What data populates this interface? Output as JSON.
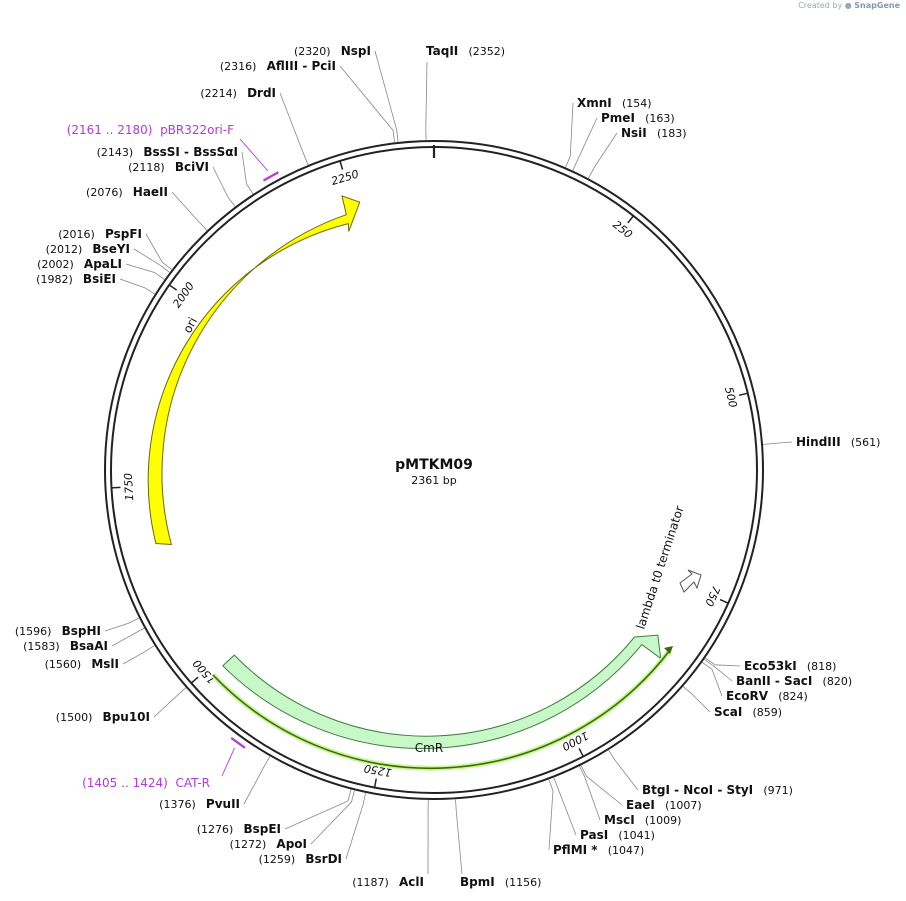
{
  "credit": {
    "prefix": "Created by",
    "brand": "SnapGene"
  },
  "plasmid": {
    "name": "pMTKM09",
    "length_label": "2361 bp",
    "length": 2361
  },
  "ticks": [
    {
      "pos": 250,
      "label": "250"
    },
    {
      "pos": 500,
      "label": "500"
    },
    {
      "pos": 750,
      "label": "750"
    },
    {
      "pos": 1000,
      "label": "1000"
    },
    {
      "pos": 1250,
      "label": "1250"
    },
    {
      "pos": 1500,
      "label": "1500"
    },
    {
      "pos": 1750,
      "label": "1750"
    },
    {
      "pos": 2000,
      "label": "2000"
    },
    {
      "pos": 2250,
      "label": "2250"
    }
  ],
  "sites": [
    {
      "name": "TaqII",
      "pos": "(2352)",
      "bp": 2352
    },
    {
      "name": "NspI",
      "pos": "(2320)",
      "bp": 2320
    },
    {
      "name": "AflIII  - PciI",
      "pos": "(2316)",
      "bp": 2316
    },
    {
      "name": "DrdI",
      "pos": "(2214)",
      "bp": 2214
    },
    {
      "name": "BssSI  - BssSαI",
      "pos": "(2143)",
      "bp": 2143
    },
    {
      "name": "BciVI",
      "pos": "(2118)",
      "bp": 2118
    },
    {
      "name": "HaeII",
      "pos": "(2076)",
      "bp": 2076
    },
    {
      "name": "PspFI",
      "pos": "(2016)",
      "bp": 2016
    },
    {
      "name": "BseYI",
      "pos": "(2012)",
      "bp": 2012
    },
    {
      "name": "ApaLI",
      "pos": "(2002)",
      "bp": 2002
    },
    {
      "name": "BsiEI",
      "pos": "(1982)",
      "bp": 1982
    },
    {
      "name": "XmnI",
      "pos": "(154)",
      "bp": 154
    },
    {
      "name": "PmeI",
      "pos": "(163)",
      "bp": 163
    },
    {
      "name": "NsiI",
      "pos": "(183)",
      "bp": 183
    },
    {
      "name": "HindIII",
      "pos": "(561)",
      "bp": 561
    },
    {
      "name": "Eco53kI",
      "pos": "(818)",
      "bp": 818
    },
    {
      "name": "BanII  - SacI",
      "pos": "(820)",
      "bp": 820
    },
    {
      "name": "EcoRV",
      "pos": "(824)",
      "bp": 824
    },
    {
      "name": "ScaI",
      "pos": "(859)",
      "bp": 859
    },
    {
      "name": "BtgI  - NcoI  - StyI",
      "pos": "(971)",
      "bp": 971
    },
    {
      "name": "EaeI",
      "pos": "(1007)",
      "bp": 1007
    },
    {
      "name": "MscI",
      "pos": "(1009)",
      "bp": 1009
    },
    {
      "name": "PasI",
      "pos": "(1041)",
      "bp": 1041
    },
    {
      "name": "PflMI *",
      "pos": "(1047)",
      "bp": 1047
    },
    {
      "name": "BpmI",
      "pos": "(1156)",
      "bp": 1156
    },
    {
      "name": "AclI",
      "pos": "(1187)",
      "bp": 1187
    },
    {
      "name": "BsrDI",
      "pos": "(1259)",
      "bp": 1259
    },
    {
      "name": "ApoI",
      "pos": "(1272)",
      "bp": 1272
    },
    {
      "name": "BspEI",
      "pos": "(1276)",
      "bp": 1276
    },
    {
      "name": "PvuII",
      "pos": "(1376)",
      "bp": 1376
    },
    {
      "name": "Bpu10I",
      "pos": "(1500)",
      "bp": 1500
    },
    {
      "name": "MslI",
      "pos": "(1560)",
      "bp": 1560
    },
    {
      "name": "BsaAI",
      "pos": "(1583)",
      "bp": 1583
    },
    {
      "name": "BspHI",
      "pos": "(1596)",
      "bp": 1596
    }
  ],
  "primers": [
    {
      "name": "pBR322ori-F",
      "range": "(2161 .. 2180)",
      "start": 2161,
      "end": 2180
    },
    {
      "name": "CAT-R",
      "range": "(1405 .. 1424)",
      "start": 1405,
      "end": 1424
    }
  ],
  "features": [
    {
      "name": "ori",
      "color": "#ffff00",
      "stroke": "#6b6b00"
    },
    {
      "name": "CmR",
      "color": "#c8f7c8",
      "stroke": "#3f7f3f"
    },
    {
      "name": "lambda t0 terminator",
      "color": "#ffffff",
      "stroke": "#555555"
    }
  ],
  "colors": {
    "primer": "#b03bd9",
    "orf": "#3a6b00",
    "orf_glow": "#c8f59a"
  }
}
